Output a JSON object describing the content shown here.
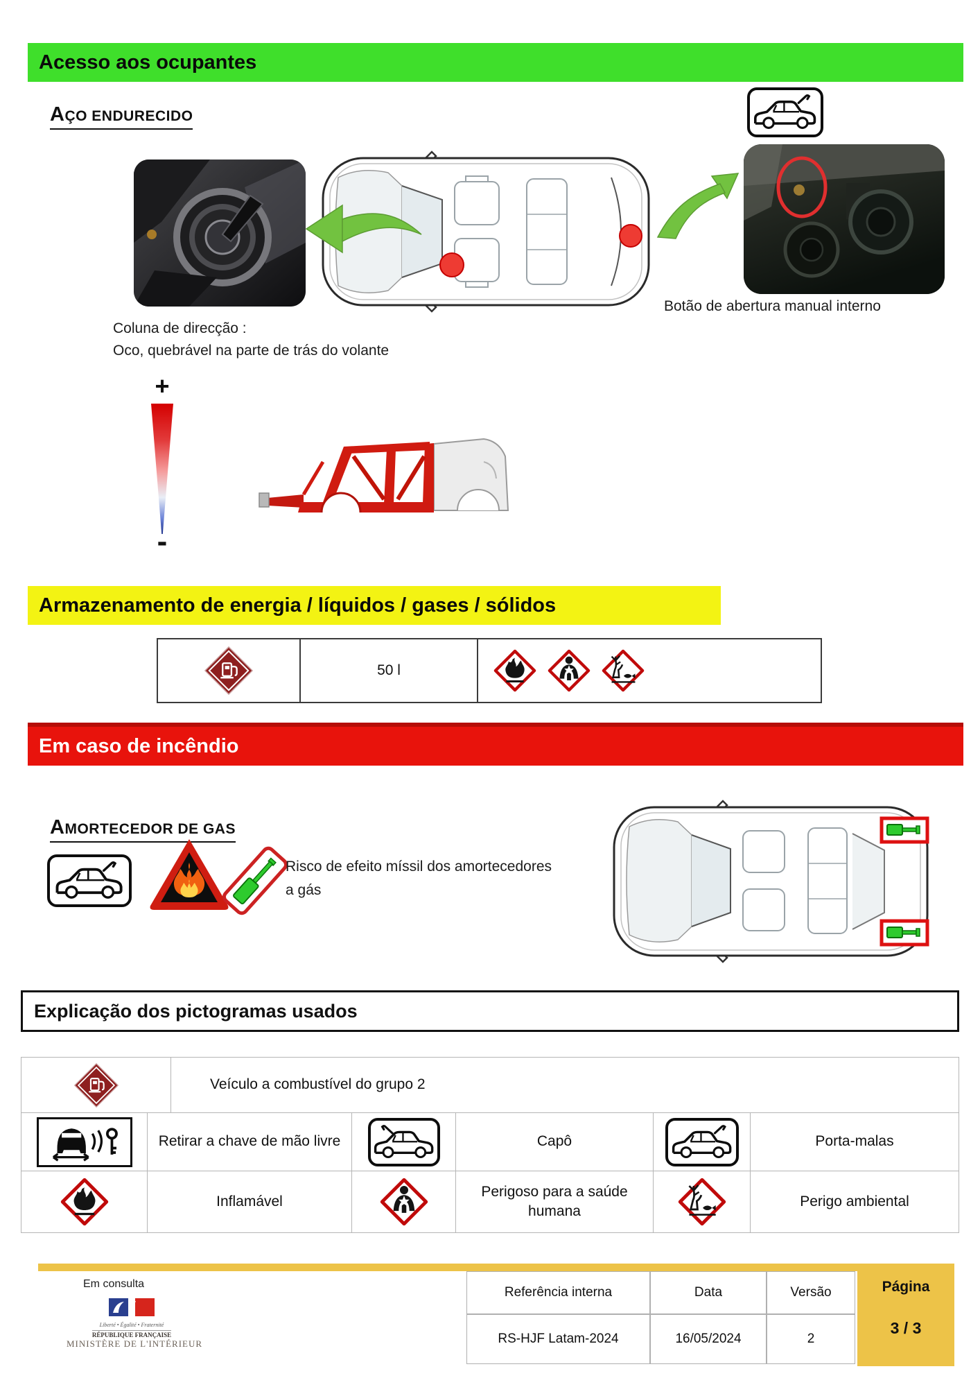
{
  "colors": {
    "band_green": "#3fdf2b",
    "band_yellow": "#f3f313",
    "band_red": "#e8130c",
    "gold": "#edc348",
    "ghs_red": "#c00a0a",
    "arrow_green": "#72c240",
    "fuel_diamond_maroon": "#8e1f1f",
    "marker_red": "#ee3b33"
  },
  "icons": {
    "top_right": "trunk-open-car-icon",
    "fire_warning": "fire-triangle-icon",
    "gas_strut": "gas-strut-icon",
    "red_markers": "red-dot-marker"
  },
  "access": {
    "header": "Acesso aos ocupantes",
    "subtitle": "Aço endurecido",
    "trunk_caption": "Botão de abertura manual interno",
    "steering_caption_1": "Coluna de direcção :",
    "steering_caption_2": "Oco, quebrável na parte de trás do volante",
    "scale_plus": "+",
    "scale_minus": "-"
  },
  "storage": {
    "header": "Armazenamento de energia / líquidos / gases / sólidos",
    "fuel_capacity": "50 l"
  },
  "fire": {
    "header": "Em caso de incêndio",
    "subtitle": "Amortecedor de gas",
    "risk_line_1": "Risco de efeito míssil dos amortecedores",
    "risk_line_2": "a gás"
  },
  "pictograms": {
    "header": "Explicação dos pictogramas usados",
    "row1": {
      "icon": "fuel-group-2-diamond-icon",
      "label": "Veículo a combustível do grupo 2"
    },
    "row2": [
      {
        "icon": "keyless-key-removal-icon",
        "label": "Retirar a chave de mão livre"
      },
      {
        "icon": "hood-open-car-icon",
        "label": "Capô"
      },
      {
        "icon": "trunk-open-car-icon",
        "label": "Porta-malas"
      }
    ],
    "row3": [
      {
        "icon": "ghs-flammable-icon",
        "label": "Inflamável"
      },
      {
        "icon": "ghs-health-hazard-icon",
        "label": "Perigoso para a saúde humana"
      },
      {
        "icon": "ghs-environment-hazard-icon",
        "label": "Perigo ambiental"
      }
    ]
  },
  "footer": {
    "status": "Em consulta",
    "logo_motto": "Liberté • Égalité • Fraternité",
    "logo_republic": "RÉPUBLIQUE FRANÇAISE",
    "logo_ministry": "MINISTÈRE DE L'INTÉRIEUR",
    "table": {
      "header_reference": "Referência interna",
      "header_date": "Data",
      "header_version": "Versão",
      "header_page": "Página",
      "reference": "RS-HJF Latam-2024",
      "date": "16/05/2024",
      "version": "2",
      "page": "3 / 3"
    }
  }
}
